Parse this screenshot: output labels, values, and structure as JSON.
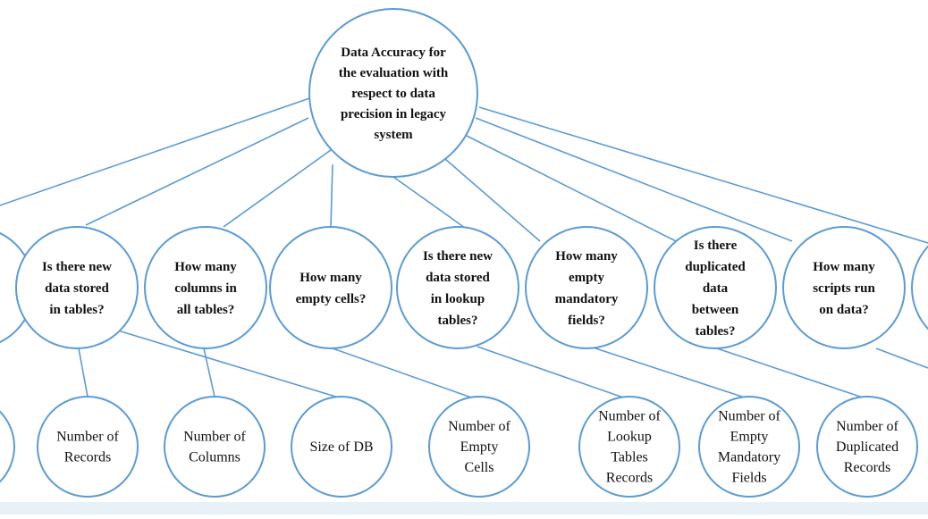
{
  "root": {
    "lines": [
      "Data Accuracy for",
      "the evaluation with",
      "respect to data",
      "precision in legacy",
      "system"
    ]
  },
  "questions": [
    {
      "id": "q-partial-left",
      "lines": []
    },
    {
      "id": "q-new-data-tables",
      "lines": [
        "Is there new",
        "data stored",
        "in tables?"
      ]
    },
    {
      "id": "q-columns",
      "lines": [
        "How many",
        "columns in",
        "all tables?"
      ]
    },
    {
      "id": "q-empty-cells",
      "lines": [
        "How many",
        "empty cells?"
      ]
    },
    {
      "id": "q-lookup-tables",
      "lines": [
        "Is there new",
        "data stored",
        "in lookup",
        "tables?"
      ]
    },
    {
      "id": "q-mandatory-fields",
      "lines": [
        "How many",
        "empty",
        "mandatory",
        "fields?"
      ]
    },
    {
      "id": "q-duplicated",
      "lines": [
        "Is there",
        "duplicated",
        "data",
        "between",
        "tables?"
      ]
    },
    {
      "id": "q-scripts",
      "lines": [
        "How many",
        "scripts run",
        "on data?"
      ]
    },
    {
      "id": "q-partial-right",
      "lines": []
    }
  ],
  "metrics": [
    {
      "id": "m-partial-left",
      "lines": []
    },
    {
      "id": "m-records",
      "lines": [
        "Number of",
        "Records"
      ]
    },
    {
      "id": "m-columns",
      "lines": [
        "Number of",
        "Columns"
      ]
    },
    {
      "id": "m-size-db",
      "lines": [
        "Size of DB"
      ]
    },
    {
      "id": "m-empty-cells",
      "lines": [
        "Number of",
        "Empty",
        "Cells"
      ]
    },
    {
      "id": "m-lookup-records",
      "lines": [
        "Number of",
        "Lookup",
        "Tables",
        "Records"
      ]
    },
    {
      "id": "m-empty-mandatory",
      "lines": [
        "Number of",
        "Empty",
        "Mandatory",
        "Fields"
      ]
    },
    {
      "id": "m-duplicated-records",
      "lines": [
        "Number of",
        "Duplicated",
        "Records"
      ]
    }
  ],
  "style": {
    "stroke": "#5b9bd5",
    "fill": "#ffffff",
    "text": "#111111",
    "band": "#e9f1f8"
  }
}
